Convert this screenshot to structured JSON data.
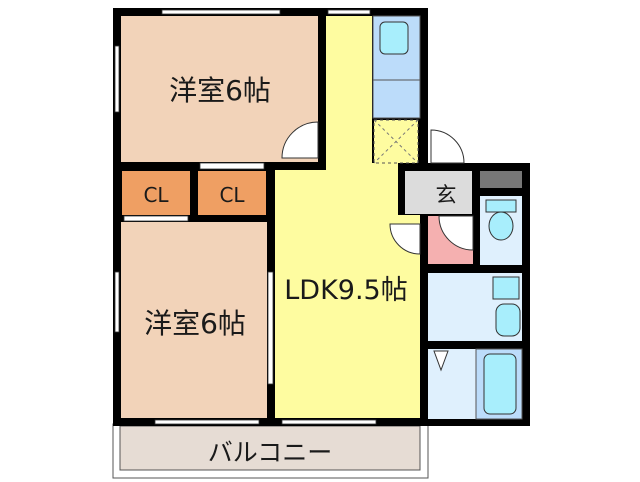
{
  "rooms": {
    "bedroom_north": {
      "label": "洋室6帖",
      "color": "#f2d3b9"
    },
    "bedroom_south": {
      "label": "洋室6帖",
      "color": "#f2d3b9"
    },
    "closet_1": {
      "label": "CL",
      "color": "#ef9f63"
    },
    "closet_2": {
      "label": "CL",
      "color": "#ef9f63"
    },
    "ldk": {
      "label": "LDK9.5帖",
      "color": "#fefca0"
    },
    "entrance": {
      "label": "玄",
      "color": "#dcdcdc"
    },
    "balcony": {
      "label": "バルコニー",
      "color": "#e6dcd4"
    },
    "kitchen": {
      "color": "#bcdcfa"
    },
    "wet_area": {
      "color": "#dff0fd"
    },
    "hall": {
      "color": "#f5b0b0"
    }
  },
  "colors": {
    "wall": "#000000",
    "fixture": "#a8eefc"
  }
}
